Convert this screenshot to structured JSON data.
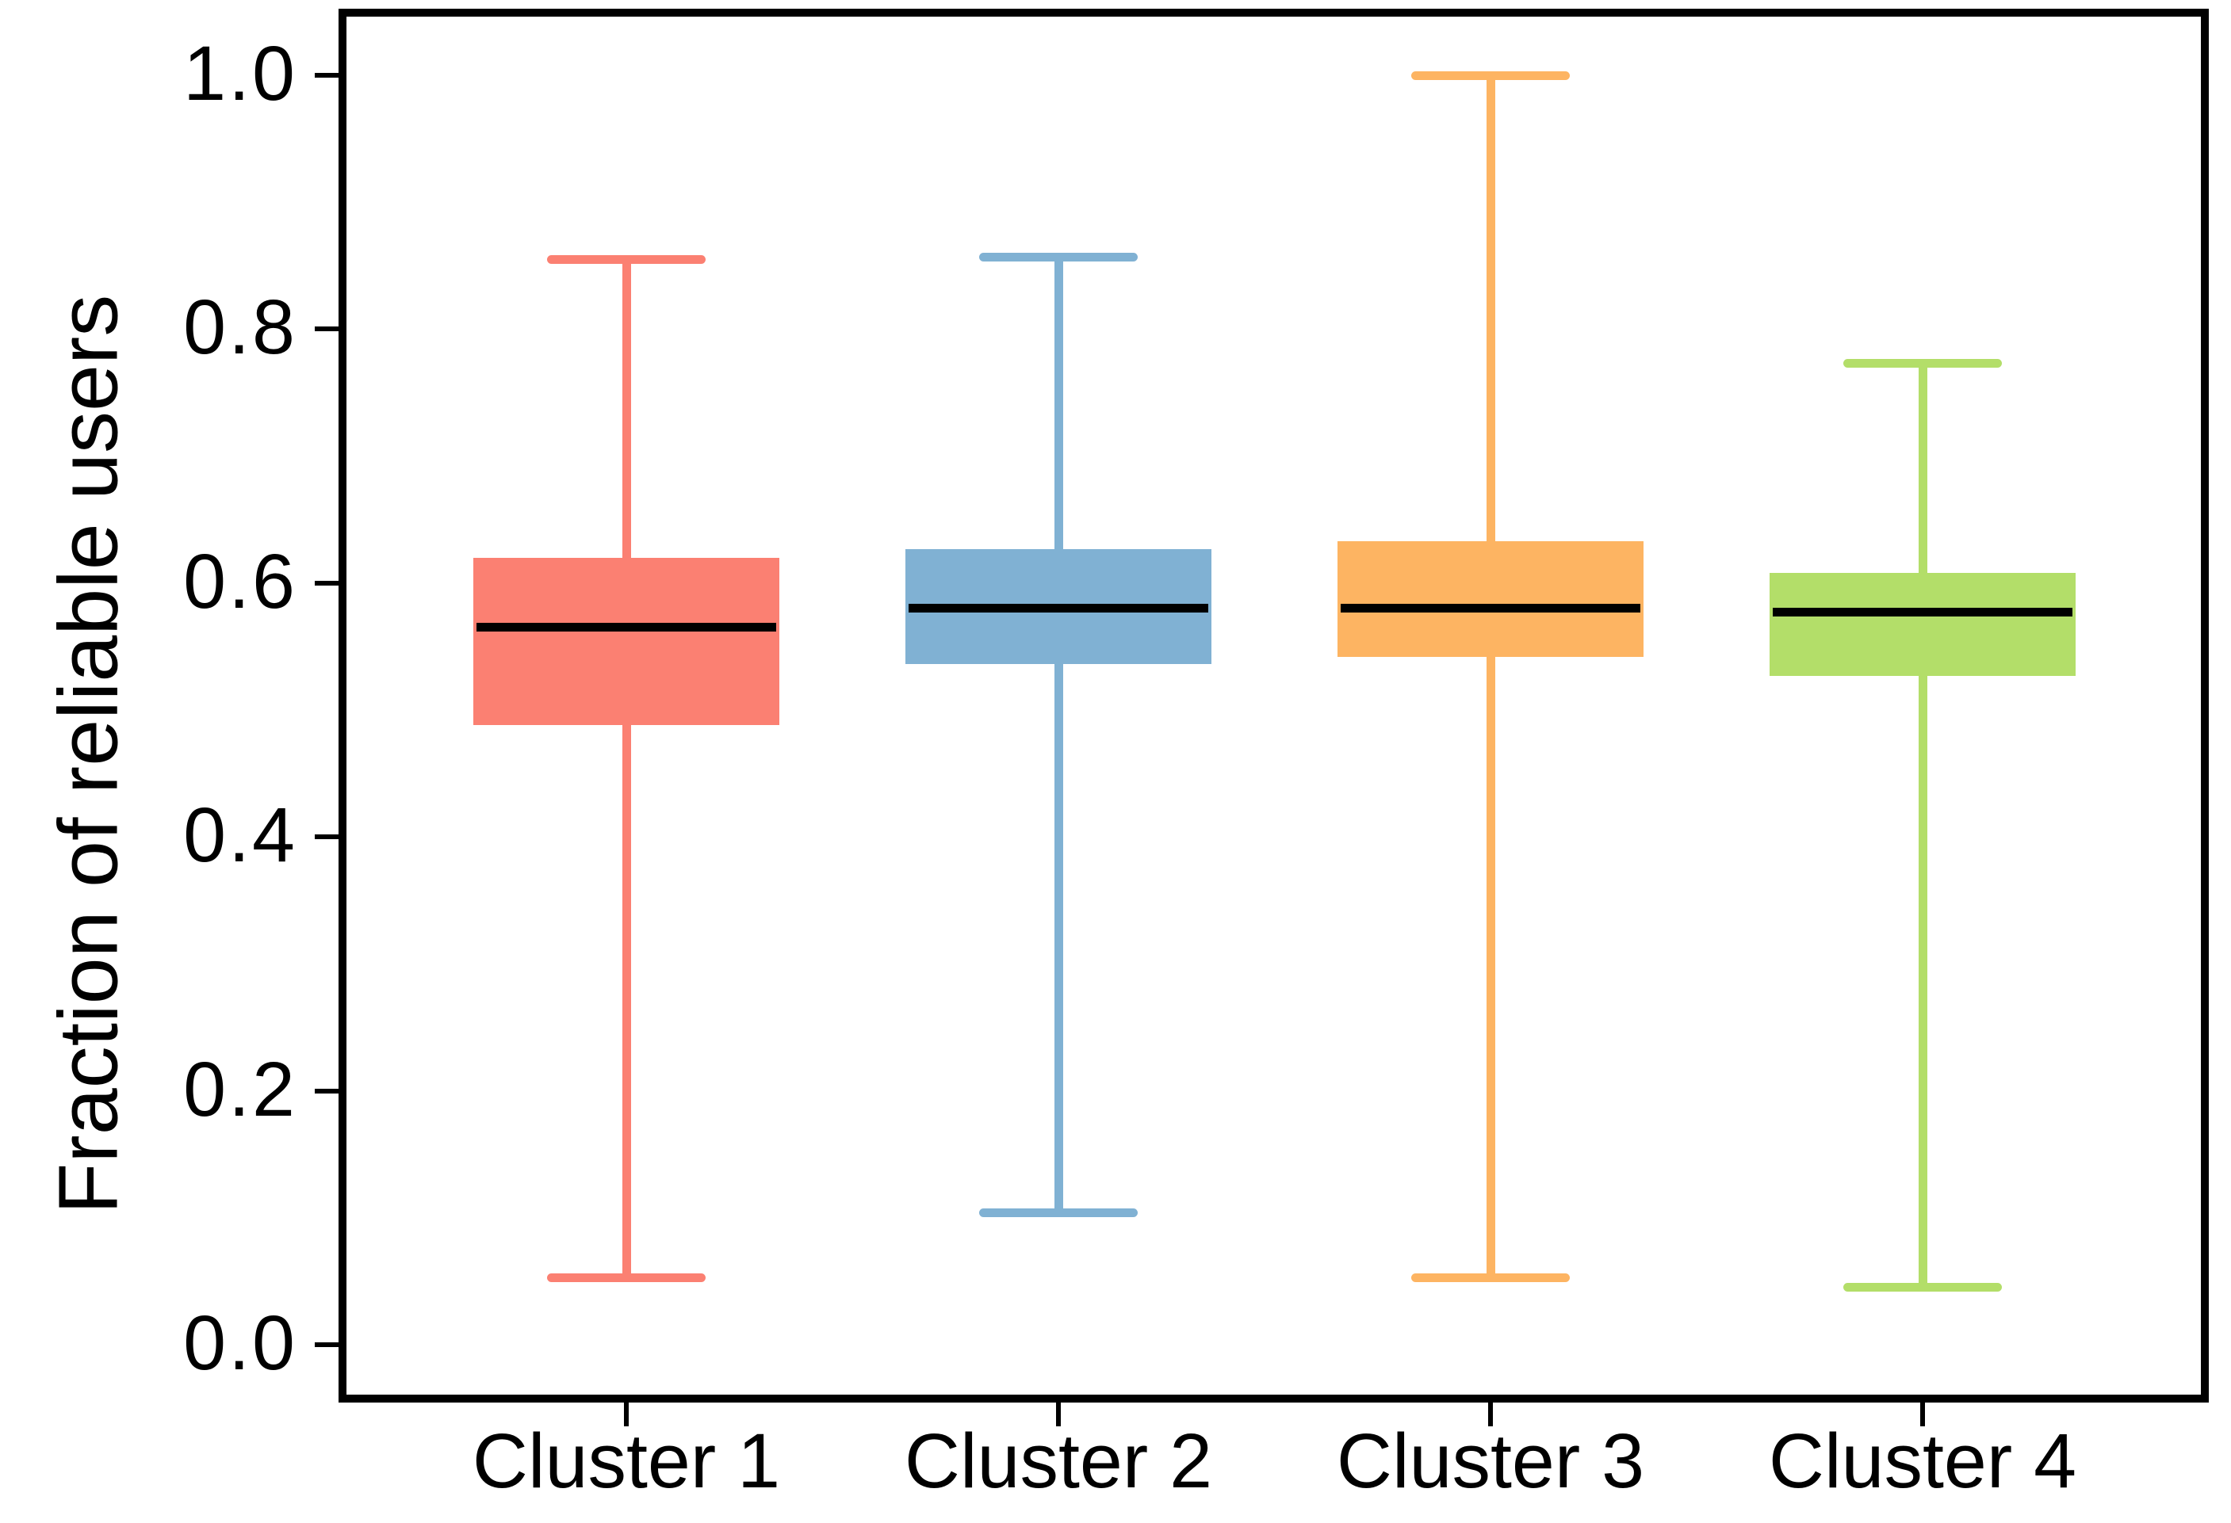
{
  "chart_data": {
    "type": "boxplot",
    "title": "",
    "xlabel": "",
    "ylabel": "Fraction of reliable users",
    "ylim": [
      0.0,
      1.0
    ],
    "grid": false,
    "legend": "none",
    "background_color": "#FFFFFF",
    "axis_color": "#000000",
    "median_color": "#000000",
    "yticks": {
      "values": [
        0.0,
        0.2,
        0.4,
        0.6,
        0.8,
        1.0
      ],
      "labels": [
        "0.0",
        "0.2",
        "0.4",
        "0.6",
        "0.8",
        "1.0"
      ]
    },
    "categories": [
      "Cluster 1",
      "Cluster 2",
      "Cluster 3",
      "Cluster 4"
    ],
    "series": [
      {
        "name": "Cluster 1",
        "color": "#FB8072",
        "whisker_low": 0.053,
        "q1": 0.488,
        "median": 0.565,
        "q3": 0.62,
        "whisker_high": 0.855
      },
      {
        "name": "Cluster 2",
        "color": "#80B1D3",
        "whisker_low": 0.104,
        "q1": 0.536,
        "median": 0.58,
        "q3": 0.627,
        "whisker_high": 0.857
      },
      {
        "name": "Cluster 3",
        "color": "#FDB462",
        "whisker_low": 0.053,
        "q1": 0.542,
        "median": 0.58,
        "q3": 0.633,
        "whisker_high": 1.0
      },
      {
        "name": "Cluster 4",
        "color": "#B3DE69",
        "whisker_low": 0.045,
        "q1": 0.527,
        "median": 0.577,
        "q3": 0.608,
        "whisker_high": 0.773
      }
    ]
  }
}
